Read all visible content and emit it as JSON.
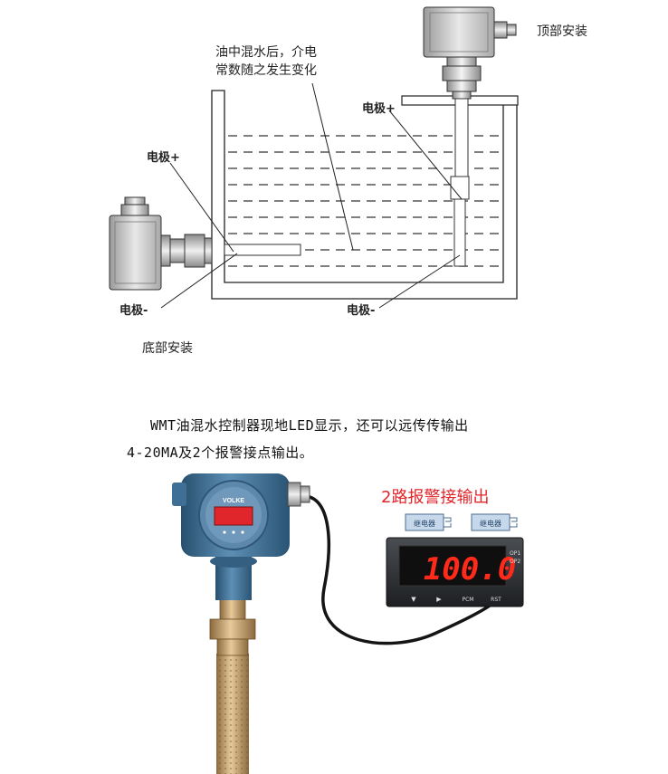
{
  "top_diagram": {
    "label_top_install": "顶部安装",
    "label_bottom_install": "底部安装",
    "label_water_note_line1": "油中混水后，介电",
    "label_water_note_line2": "常数随之发生变化",
    "label_electrode_plus_top": "电极+",
    "label_electrode_plus_left": "电极+",
    "label_electrode_minus_left": "电极-",
    "label_electrode_minus_bottom": "电极-"
  },
  "description": {
    "line1": "WMT油混水控制器现地LED显示，还可以远传传输出",
    "line2": "4-20MA及2个报警接点输出。"
  },
  "bottom_diagram": {
    "alarm_title": "2路报警接输出",
    "relay_label_1": "继电器",
    "relay_label_2": "继电器",
    "transmitter_brand": "VOLKE",
    "display_value": "100.0",
    "op1_label": "OP1",
    "op2_label": "OP2",
    "button_down": "▼",
    "button_right": "▶",
    "button_pcm": "PCM",
    "button_rst": "RST",
    "colors": {
      "alarm_red": "#e0262b",
      "led_red": "#ff2a1a",
      "transmitter_blue": "#3e6f93",
      "brass": "#b99463"
    }
  }
}
